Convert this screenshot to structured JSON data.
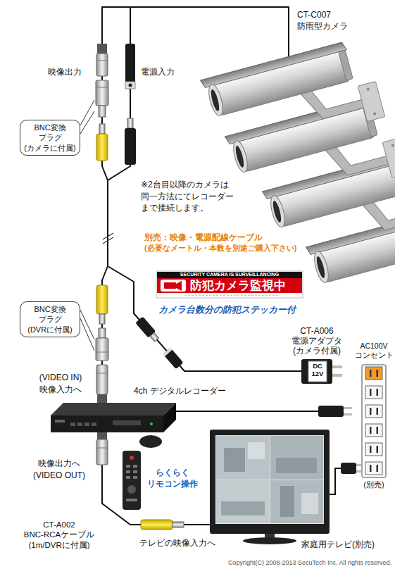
{
  "diagram": {
    "nodes": [
      {
        "text": [
          "CT-C007",
          "防雨型カメラ"
        ]
      },
      {
        "text": [
          "BNC変換 プラグ (カメラに付属)"
        ]
      },
      {
        "text": [
          "SECURITY CAMERA IS SURVEILLANCING",
          "防犯カメラ監視中",
          "カメラ台数分の防犯ステッカー付"
        ]
      },
      {
        "text": [
          "BNC変換 プラグ (DVRに付属)"
        ]
      },
      {
        "text": [
          "CT-A006 電源アダプタ (カメラ付属)",
          "DC 12V"
        ]
      },
      {
        "text": [
          "AC100V コンセント",
          "(別売)"
        ]
      },
      {
        "text": [
          "4ch デジタルレコーダー"
        ]
      },
      {
        "text": [
          "家庭用テレビ(別売)"
        ]
      }
    ],
    "edges": [
      {
        "from": 0,
        "to": 6,
        "arrow": "none"
      },
      {
        "from": 4,
        "to": 0,
        "arrow": "none"
      },
      {
        "from": 6,
        "to": 7,
        "arrow": "none"
      }
    ],
    "labels": [
      "映像出力",
      "電源入力",
      "※2台目以降のカメラは 同一方法にてレコーダー まで接続します。",
      "別売：映像・電源配線ケーブル",
      "(必要なメートル・本数を別途ご購入下さい)",
      "(VIDEO IN) 映像入力へ",
      "映像出力へ (VIDEO OUT)",
      "らくらく リモコン操作",
      "CT-A002",
      "BNC-RCAケーブル (1m/DVRに付属)",
      "テレビの映像入力へ",
      "Copyright(C) 2008-2013 SecuTech Inc. All rights reserved."
    ]
  }
}
